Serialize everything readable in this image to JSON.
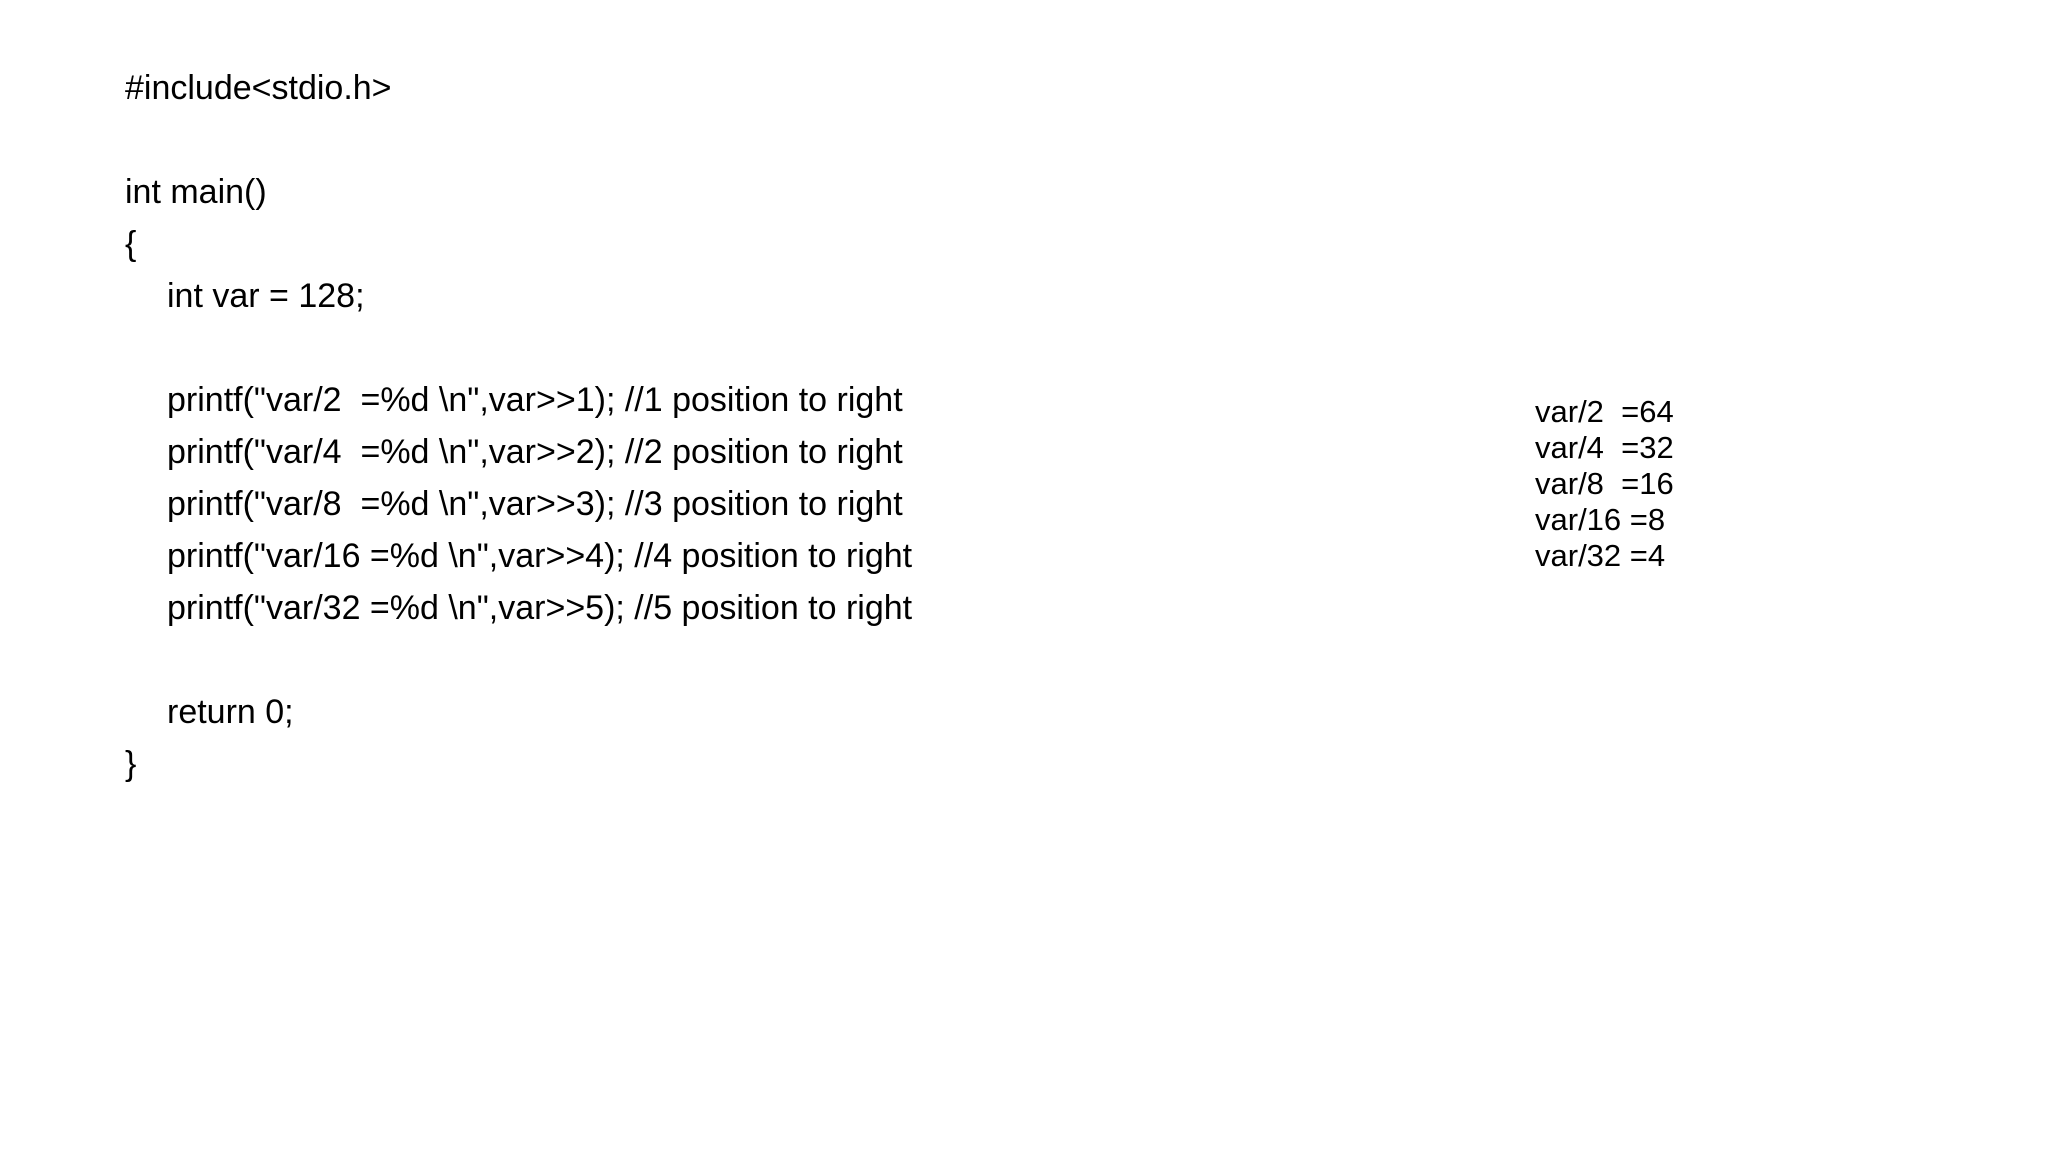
{
  "slide": {
    "background_color": "#ffffff",
    "text_color": "#000000"
  },
  "code": {
    "language": "c",
    "lines": [
      {
        "text": "#include<stdio.h>",
        "indent": 0
      },
      {
        "text": "",
        "indent": 0
      },
      {
        "text": "int main()",
        "indent": 0
      },
      {
        "text": "{",
        "indent": 0
      },
      {
        "text": "int var = 128;",
        "indent": 1
      },
      {
        "text": "",
        "indent": 1
      },
      {
        "text": "printf(\"var/2  =%d \\n\",var>>1); //1 position to right",
        "indent": 1
      },
      {
        "text": "printf(\"var/4  =%d \\n\",var>>2); //2 position to right",
        "indent": 1
      },
      {
        "text": "printf(\"var/8  =%d \\n\",var>>3); //3 position to right",
        "indent": 1
      },
      {
        "text": "printf(\"var/16 =%d \\n\",var>>4); //4 position to right",
        "indent": 1
      },
      {
        "text": "printf(\"var/32 =%d \\n\",var>>5); //5 position to right",
        "indent": 1
      },
      {
        "text": "",
        "indent": 1
      },
      {
        "text": "return 0;",
        "indent": 1
      },
      {
        "text": "}",
        "indent": 0
      }
    ]
  },
  "output": {
    "lines": [
      {
        "text": "var/2  =64",
        "label": "var/2",
        "value": "64"
      },
      {
        "text": "var/4  =32",
        "label": "var/4",
        "value": "32"
      },
      {
        "text": "var/8  =16",
        "label": "var/8",
        "value": "16"
      },
      {
        "text": "var/16 =8",
        "label": "var/16",
        "value": "8"
      },
      {
        "text": "var/32 =4",
        "label": "var/32",
        "value": "4"
      }
    ]
  }
}
